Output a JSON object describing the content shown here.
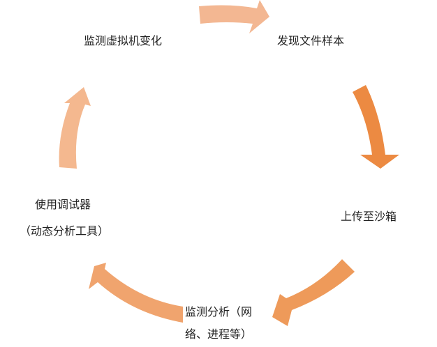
{
  "title": "动态分析流程",
  "steps": {
    "discover": "发现文件样本",
    "upload": "上传至沙箱",
    "monitor_line1": "监测分析（网",
    "monitor_line2": "络、进程等）",
    "debugger_line1": "使用调试器",
    "debugger_line2": "（动态分析工具）",
    "vm": "监测虚拟机变化"
  },
  "colors": {
    "arrow_top": "#f3b792",
    "arrow_right": "#ec8a42",
    "arrow_bottom_right": "#ee9a5a",
    "arrow_bottom_left": "#f0a46e",
    "arrow_left": "#f4b88f"
  }
}
